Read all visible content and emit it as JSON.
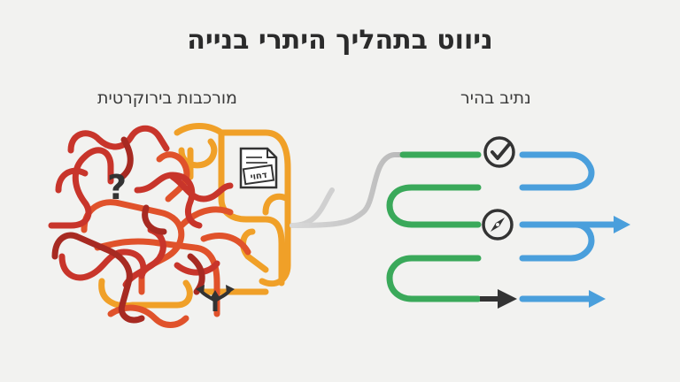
{
  "title": "ניווט בתהליך היתרי בנייה",
  "left_panel": {
    "heading": "מורכבות בירוקרטית",
    "document_stamp": "דחוי"
  },
  "right_panel": {
    "heading": "נתיב בהיר"
  },
  "colors": {
    "red": "#c8352b",
    "dark_red": "#a72a22",
    "orange_red": "#e0522b",
    "orange": "#f0a028",
    "gray": "#c8c8c8",
    "green": "#3aa95a",
    "blue": "#4a9fdc",
    "dark": "#333333"
  },
  "icons": {
    "question": "question-icon",
    "document": "rejected-document-icon",
    "fork": "fork-arrows-icon",
    "check": "checkmark-icon",
    "compass": "compass-icon",
    "arrow": "arrow-icon"
  }
}
